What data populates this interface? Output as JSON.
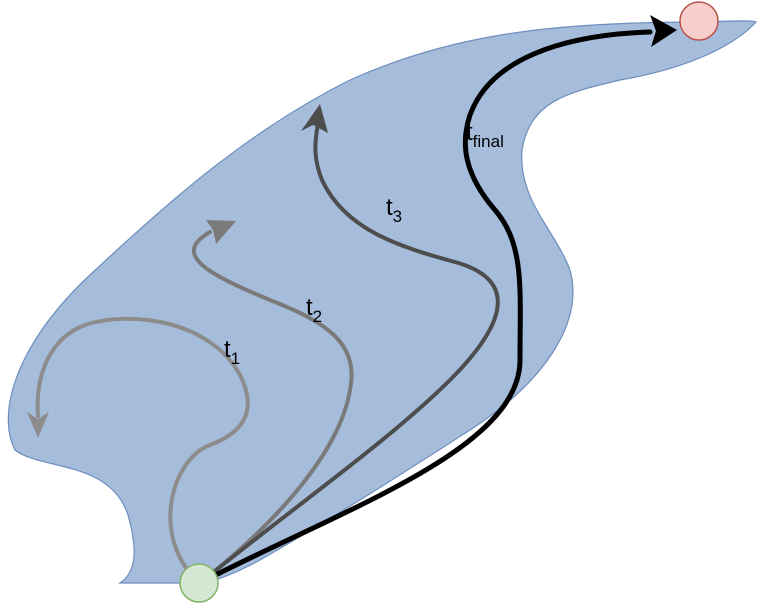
{
  "diagram": {
    "labels": {
      "t1": {
        "base": "t",
        "sub": "1"
      },
      "t2": {
        "base": "t",
        "sub": "2"
      },
      "t3": {
        "base": "t",
        "sub": "3"
      },
      "tfinal": {
        "base": "t",
        "sub": "final"
      }
    },
    "colors": {
      "region_fill": "#a6bcdb",
      "region_stroke": "#6c8ebf",
      "start_fill": "#d5e8d4",
      "start_stroke": "#82b366",
      "goal_fill": "#f8cecc",
      "goal_stroke": "#b85450",
      "t1": "#8c8c8c",
      "t2": "#7a7a7a",
      "t3": "#4d4d4d",
      "tfinal": "#000000"
    }
  }
}
